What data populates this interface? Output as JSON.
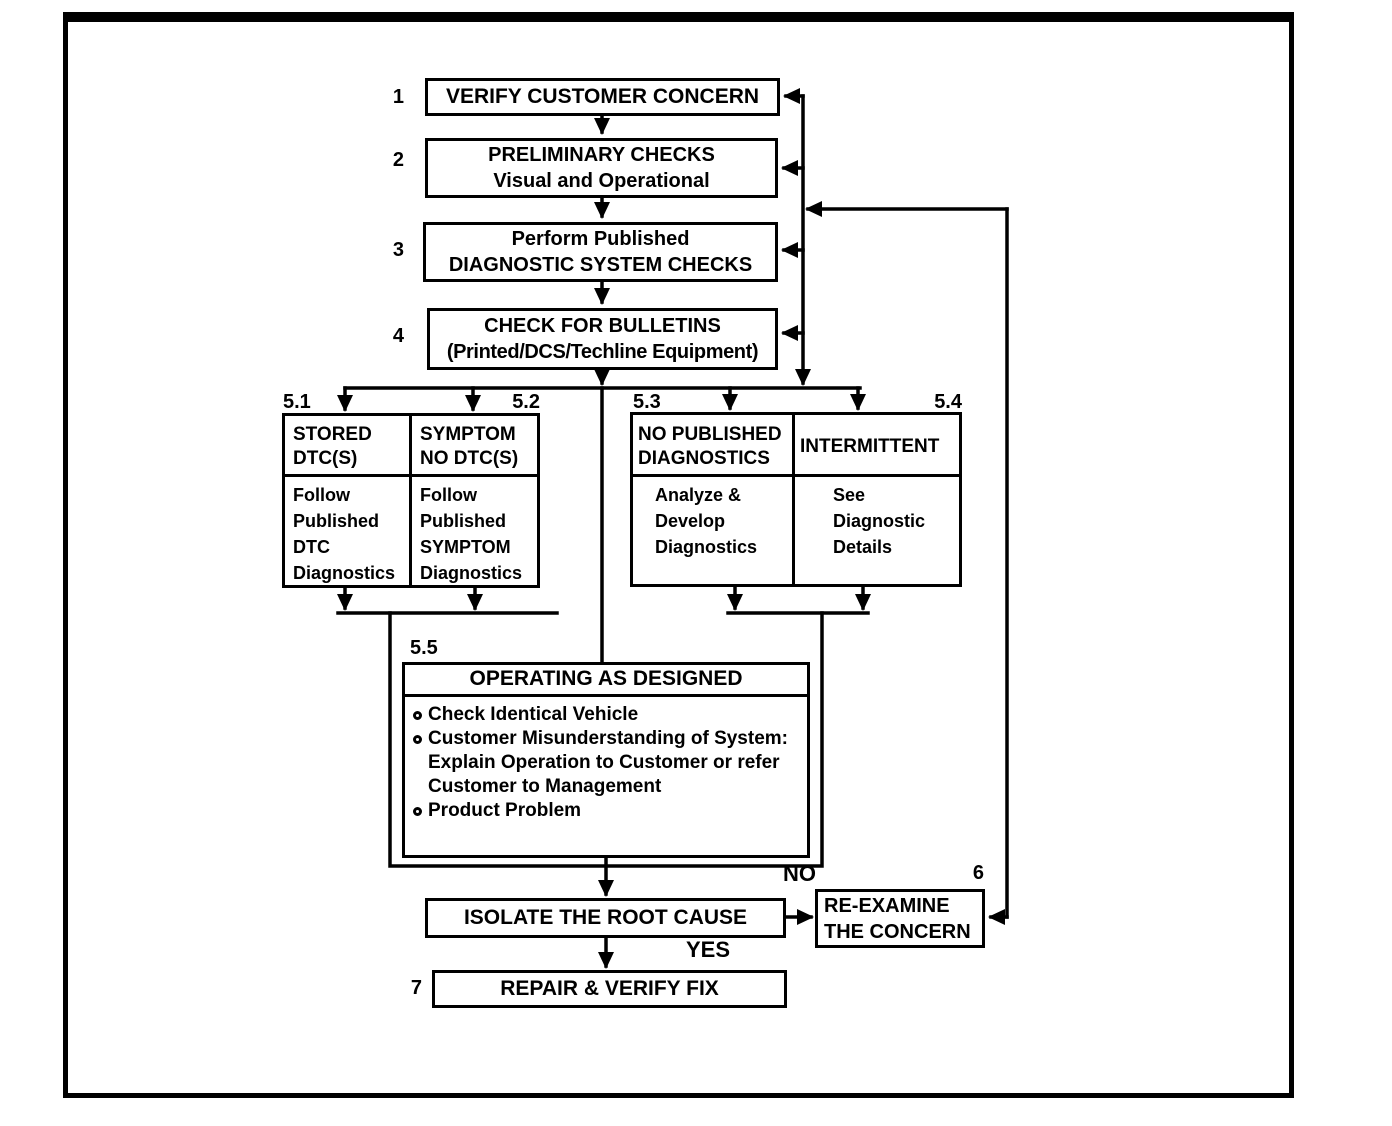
{
  "colors": {
    "ink": "#000000",
    "paper": "#ffffff"
  },
  "flowchart": {
    "step1": {
      "label": "1",
      "title": "VERIFY CUSTOMER CONCERN"
    },
    "step2": {
      "label": "2",
      "title": "PRELIMINARY CHECKS",
      "subtitle": "Visual and Operational"
    },
    "step3": {
      "label": "3",
      "title": "Perform Published",
      "subtitle": "DIAGNOSTIC SYSTEM CHECKS"
    },
    "step4": {
      "label": "4",
      "title": "CHECK FOR BULLETINS",
      "subtitle": "(Printed/DCS/Techline Equipment)"
    },
    "branch51": {
      "label": "5.1",
      "header": "STORED DTC(S)",
      "body": "Follow Published DTC Diagnostics"
    },
    "branch52": {
      "label": "5.2",
      "header": "SYMPTOM NO DTC(S)",
      "body": "Follow Published SYMPTOM Diagnostics"
    },
    "branch53": {
      "label": "5.3",
      "header": "NO PUBLISHED DIAGNOSTICS",
      "body": "Analyze & Develop Diagnostics"
    },
    "branch54": {
      "label": "5.4",
      "header": "INTERMITTENT",
      "body": "See Diagnostic Details"
    },
    "branch55": {
      "label": "5.5",
      "header": "OPERATING AS DESIGNED",
      "bullet1": "Check Identical Vehicle",
      "bullet2": "Customer Misunderstanding of System: Explain Operation to Customer or refer Customer to Management",
      "bullet3": "Product Problem"
    },
    "isolate": {
      "title": "ISOLATE THE ROOT CAUSE"
    },
    "reexamine": {
      "label": "6",
      "line1": "RE-EXAMINE",
      "line2": "THE CONCERN"
    },
    "repair": {
      "label": "7",
      "title": "REPAIR & VERIFY FIX"
    },
    "edges": {
      "no": "NO",
      "yes": "YES"
    }
  }
}
